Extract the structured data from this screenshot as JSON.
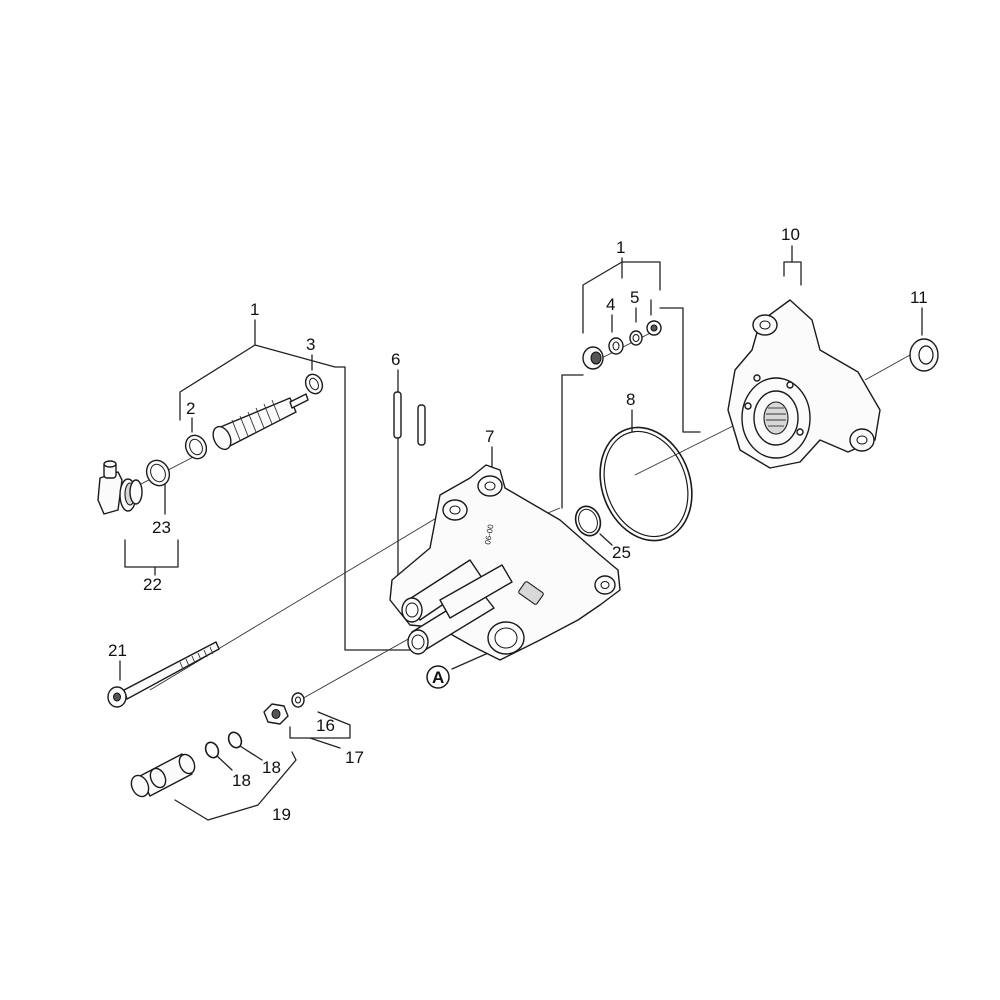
{
  "diagram": {
    "callouts": {
      "c1_left": "1",
      "c2": "2",
      "c3": "3",
      "c6": "6",
      "c7": "7",
      "c1_right": "1",
      "c4": "4",
      "c5": "5",
      "c8": "8",
      "c10": "10",
      "c11": "11",
      "c23": "23",
      "c22": "22",
      "c25": "25",
      "c21": "21",
      "c16": "16",
      "c17": "17",
      "c18a": "18",
      "c18b": "18",
      "c19": "19",
      "cA": "A"
    },
    "housing_marking": "06-00"
  }
}
